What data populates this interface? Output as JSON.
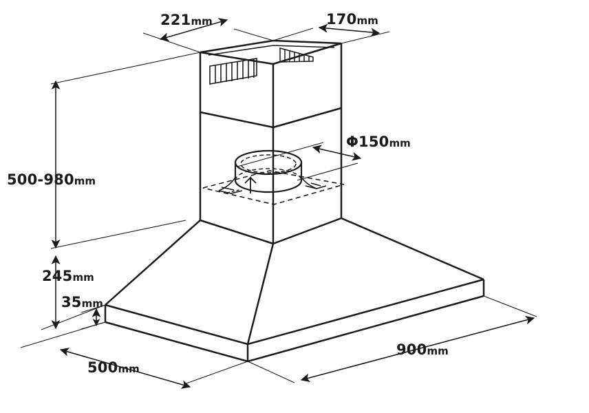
{
  "drawing": {
    "title": "Range Hood Dimensional Drawing",
    "subject": "chimney-range-hood",
    "projection": "isometric",
    "line_color": "#1a1a1a",
    "text_color": "#1a1a1a",
    "background_color": "#ffffff"
  },
  "dimensions": {
    "chimney_top_depth": {
      "value": "221",
      "unit": "mm",
      "label": "221mm"
    },
    "chimney_top_width": {
      "value": "170",
      "unit": "mm",
      "label": "170mm"
    },
    "chimney_height_range": {
      "value": "500-980",
      "unit": "mm",
      "label": "500-980mm"
    },
    "canopy_height": {
      "value": "245",
      "unit": "mm",
      "label": "245mm"
    },
    "rim_thickness": {
      "value": "35",
      "unit": "mm",
      "label": "35mm"
    },
    "duct_diameter": {
      "value": "150",
      "unit": "mm",
      "symbol": "Φ",
      "label": "Φ150mm"
    },
    "base_depth": {
      "value": "500",
      "unit": "mm",
      "label": "500mm"
    },
    "base_width": {
      "value": "900",
      "unit": "mm",
      "label": "900mm"
    }
  },
  "labels": [
    {
      "id": "dim-221",
      "num": "221",
      "unit": "mm"
    },
    {
      "id": "dim-170",
      "num": "170",
      "unit": "mm"
    },
    {
      "id": "dim-500-980",
      "num": "500-980",
      "unit": "mm"
    },
    {
      "id": "dim-245",
      "num": "245",
      "unit": "mm"
    },
    {
      "id": "dim-35",
      "num": "35",
      "unit": "mm"
    },
    {
      "id": "dim-phi150",
      "num": "Φ150",
      "unit": "mm"
    },
    {
      "id": "dim-500",
      "num": "500",
      "unit": "mm"
    },
    {
      "id": "dim-900",
      "num": "900",
      "unit": "mm"
    }
  ],
  "parts": {
    "upper_chimney": "upper-chimney-section",
    "lower_chimney": "lower-chimney-section",
    "vent_grille_left": "vent-grille-left-face",
    "vent_grille_right": "vent-grille-right-face",
    "duct_collar": "round-duct-collar",
    "mounting_plate": "dashed-mounting-plate",
    "canopy": "pyramidal-canopy",
    "base_rim": "base-rim-band"
  }
}
